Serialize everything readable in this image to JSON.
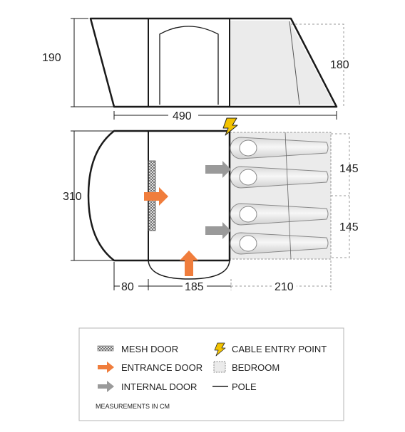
{
  "dimensions": {
    "side_height_left": "190",
    "side_height_right": "180",
    "side_length": "490",
    "floor_width": "310",
    "bedroom_depth_top": "145",
    "bedroom_depth_bottom": "145",
    "porch_depth": "80",
    "living_depth": "185",
    "bedroom_length": "210"
  },
  "legend": {
    "mesh_door": "MESH DOOR",
    "entrance_door": "ENTRANCE DOOR",
    "internal_door": "INTERNAL DOOR",
    "cable_entry_point": "CABLE ENTRY POINT",
    "bedroom": "BEDROOM",
    "pole": "POLE",
    "note": "MEASUREMENTS IN CM"
  },
  "colors": {
    "outline": "#1a1a1a",
    "bedroom_fill": "#ebebeb",
    "entrance_arrow": "#f07d3c",
    "internal_arrow": "#9a9a9a",
    "cable_icon": "#e3b100",
    "dashed": "#9a9a9a"
  }
}
